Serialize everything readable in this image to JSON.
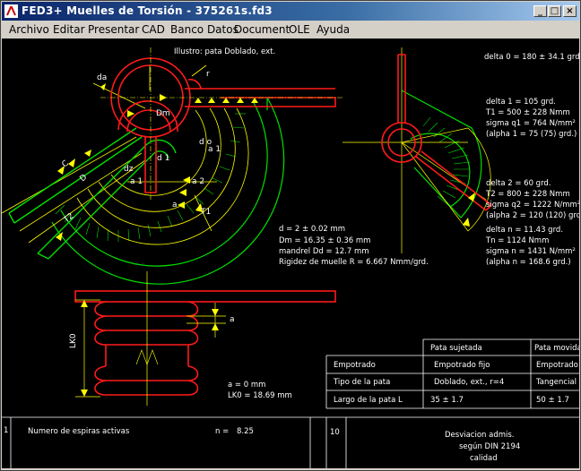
{
  "window": {
    "title": "FED3+  Muelles de Torsión  -  375261s.fd3",
    "icon": "fed3-app-icon",
    "minimize": "_",
    "maximize": "□",
    "close": "×"
  },
  "menu": [
    "Archivo",
    "Editar",
    "Presentar",
    "CAD",
    "Banco Datos",
    "Document",
    "OLE",
    "Ayuda"
  ],
  "drawing": {
    "illustration_title": "Illustro: pata Doblado, ext.",
    "labels": {
      "r": "r",
      "da": "da",
      "dm": "Dm",
      "d0": "d o",
      "a1": "a 1",
      "d1": "d 1",
      "dz": "dz",
      "a_1": "a 1",
      "a2": "a 2",
      "a_short": "a",
      "t2": "T2",
      "t1": "T1",
      "c": "C",
      "d": "D",
      "a_gap": "a",
      "lk0": "LK0"
    },
    "angles": [
      {
        "line1": "delta 0 = 180 ± 34.1 grd."
      },
      {
        "line1": "delta 1 = 105 grd.",
        "line2": "T1 = 500 ± 228 Nmm",
        "line3": "sigma q1 = 764 N/mm²",
        "line4": "(alpha 1 = 75 (75) grd.)"
      },
      {
        "line1": "delta 2 = 60 grd.",
        "line2": "T2 = 800 ± 228 Nmm",
        "line3": "sigma q2 = 1222 N/mm²",
        "line4": "(alpha 2 = 120 (120) grd.)"
      },
      {
        "line1": "delta n = 11.43 grd.",
        "line2": "Tn = 1124 Nmm",
        "line3": "sigma n = 1431 N/mm²",
        "line4": "(alpha n = 168.6 grd.)"
      }
    ],
    "dimensions": {
      "d": "d = 2 ± 0.02 mm",
      "dm": "Dm = 16.35 ± 0.36 mm",
      "mandrel": "mandrel Dd = 12.7 mm",
      "rigidity": "Rigidez de muelle R = 6.667 Nmm/grd."
    },
    "side_view": {
      "a": "a   =  0 mm",
      "lk0": "LK0 = 18.69 mm"
    },
    "table": {
      "headers": [
        "",
        "Pata sujetada",
        "Pata movida"
      ],
      "rows": [
        [
          "Empotrado",
          "Empotrado fijo",
          "Empotrado"
        ],
        [
          "Tipo de la pata",
          "Doblado, ext., r=4",
          "Tangencial"
        ],
        [
          "Largo de la pata L",
          "35 ± 1.7",
          "50 ± 1.7"
        ]
      ]
    },
    "bottom_left": {
      "number": "1",
      "label": "Numero de espiras activas",
      "var": "n =",
      "value": "8.25"
    },
    "bottom_right": {
      "number": "10",
      "line1": "Desviacion admis.",
      "line2": "según DIN 2194",
      "line3": "calidad"
    },
    "colors": {
      "spring": "#ff1a1a",
      "dim": "#ffff00",
      "load": "#00e000",
      "text": "#ffffff",
      "background": "#000000"
    }
  }
}
